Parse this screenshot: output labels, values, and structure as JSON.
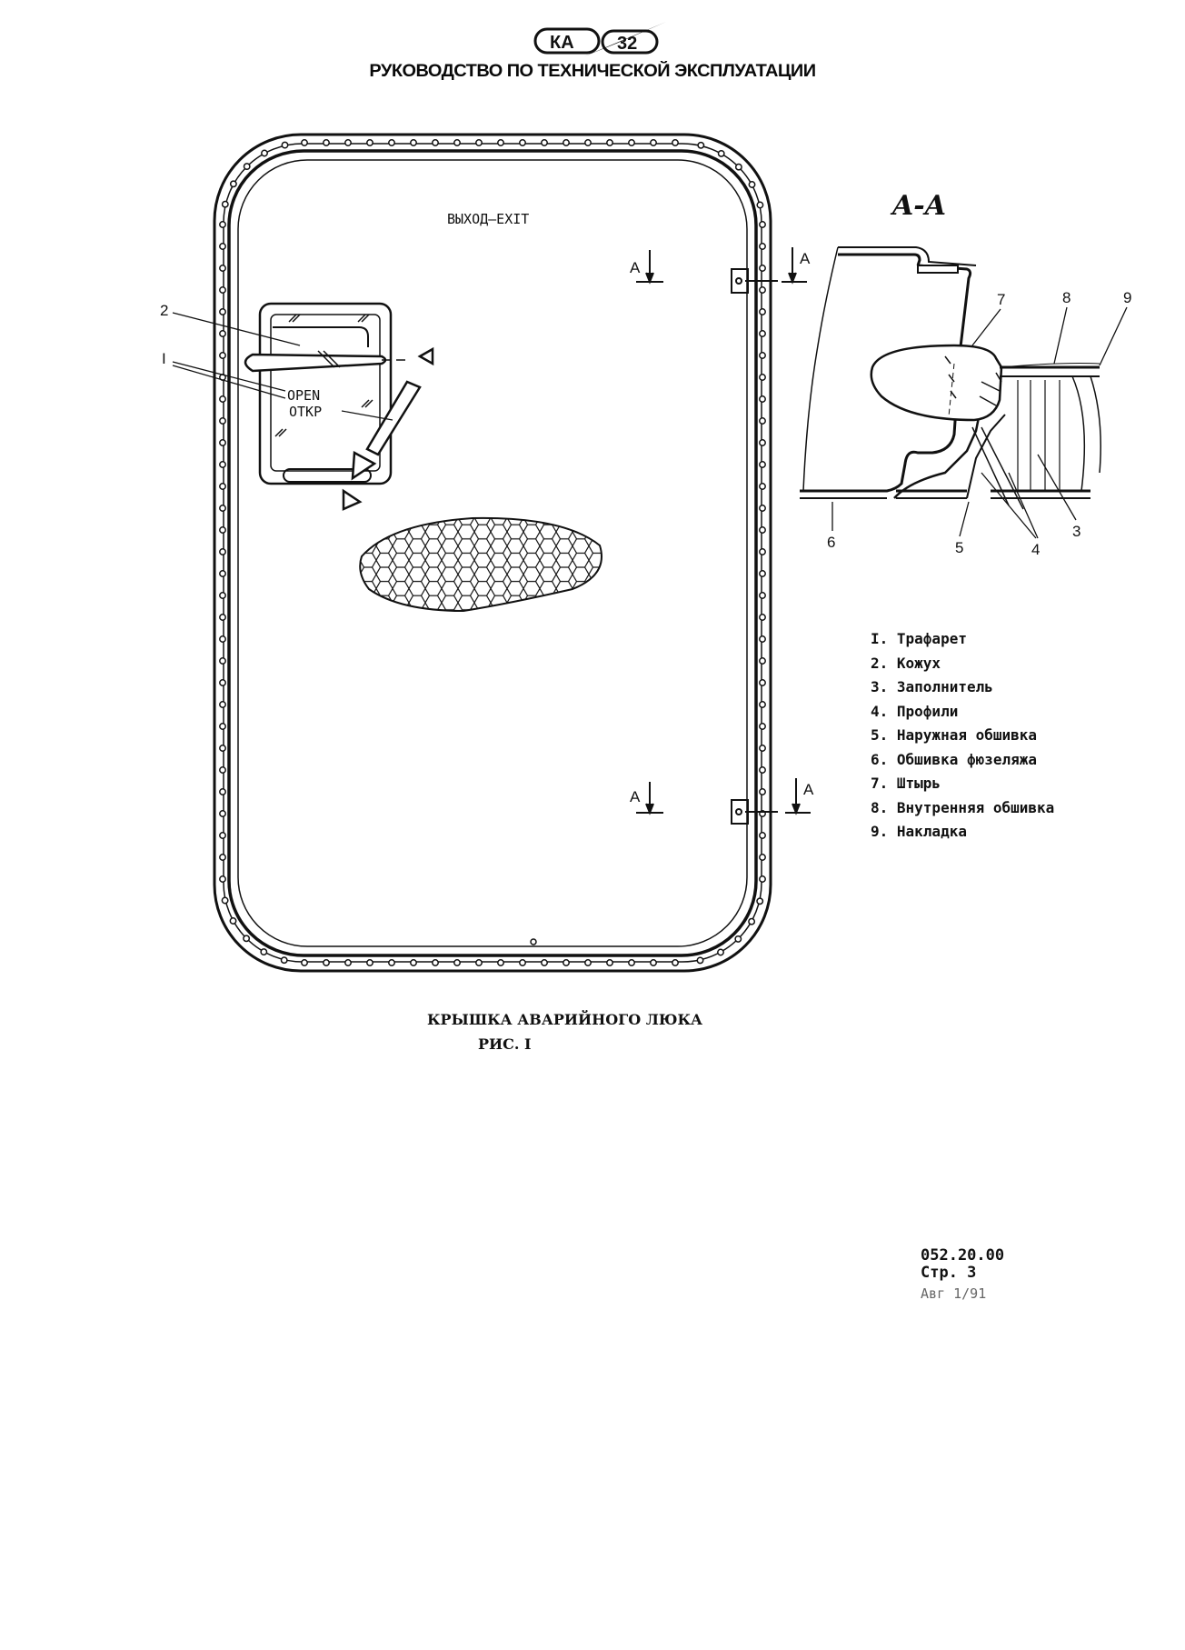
{
  "header": {
    "logo_left": "КА",
    "logo_right": "32",
    "title": "РУКОВОДСТВО ПО ТЕХНИЧЕСКОЙ ЭКСПЛУАТАЦИИ"
  },
  "door": {
    "exit_sign": "ВЫХОД–EXIT",
    "handle_text_1": "OPEN",
    "handle_text_2": "ОТКР",
    "section_marker": "A"
  },
  "callouts": {
    "c1": "I",
    "c2": "2",
    "c3": "3",
    "c4": "4",
    "c5": "5",
    "c6": "6",
    "c7": "7",
    "c8": "8",
    "c9": "9"
  },
  "section_view": {
    "title": "A-A"
  },
  "legend": [
    "I. Трафарет",
    "2. Кожух",
    "3. Заполнитель",
    "4. Профили",
    "5. Наружная обшивка",
    "6. Обшивка фюзеляжа",
    "7. Штырь",
    "8. Внутренняя обшивка",
    "9. Накладка"
  ],
  "caption": {
    "title": "КРЫШКА АВАРИЙНОГО ЛЮКА",
    "figure": "РИС. I"
  },
  "doc_info": {
    "code": "052.20.00",
    "page": "Стр. 3",
    "revision": "Авг 1/91"
  }
}
